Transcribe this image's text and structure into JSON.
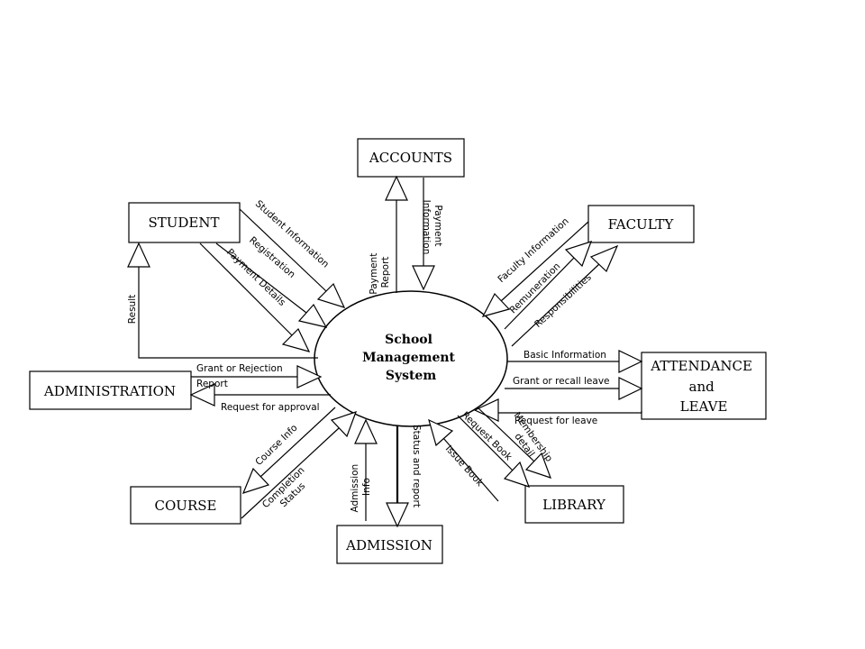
{
  "colors": {
    "stroke": "#000000",
    "fill": "#ffffff",
    "text": "#000000"
  },
  "process": {
    "lines": [
      "School",
      "Management",
      "System"
    ]
  },
  "entities": {
    "accounts": "ACCOUNTS",
    "student": "STUDENT",
    "faculty": "FACULTY",
    "administration": "ADMINISTRATION",
    "attendance": [
      "ATTENDANCE",
      "and",
      "LEAVE"
    ],
    "course": "COURSE",
    "admission": "ADMISSION",
    "library": "LIBRARY"
  },
  "flows": {
    "payment_report": [
      "Payment",
      "Report"
    ],
    "payment_information": [
      "Payment",
      "Information"
    ],
    "student_information": "Student Information",
    "registration": "Registration",
    "payment_details": "Payment Details",
    "result": "Result",
    "faculty_information": "Faculty Information",
    "remuneration": "Remuneration",
    "responsibilities": "Responsibilities",
    "grant_or_rejection": "Grant or Rejection",
    "report": "Report",
    "request_for_approval": "Request for approval",
    "basic_information": "Basic Information",
    "grant_or_recall_leave": "Grant or recall leave",
    "request_for_leave": "Request for leave",
    "course_info": "Course Info",
    "completion_status": [
      "Completion",
      "Status"
    ],
    "admission_info": [
      "Admission",
      "Info"
    ],
    "status_and_report": "Status and report",
    "request_book": "Request Book",
    "issue_book": "Issue Book",
    "membership_detail": [
      "Membership",
      "detail"
    ]
  }
}
